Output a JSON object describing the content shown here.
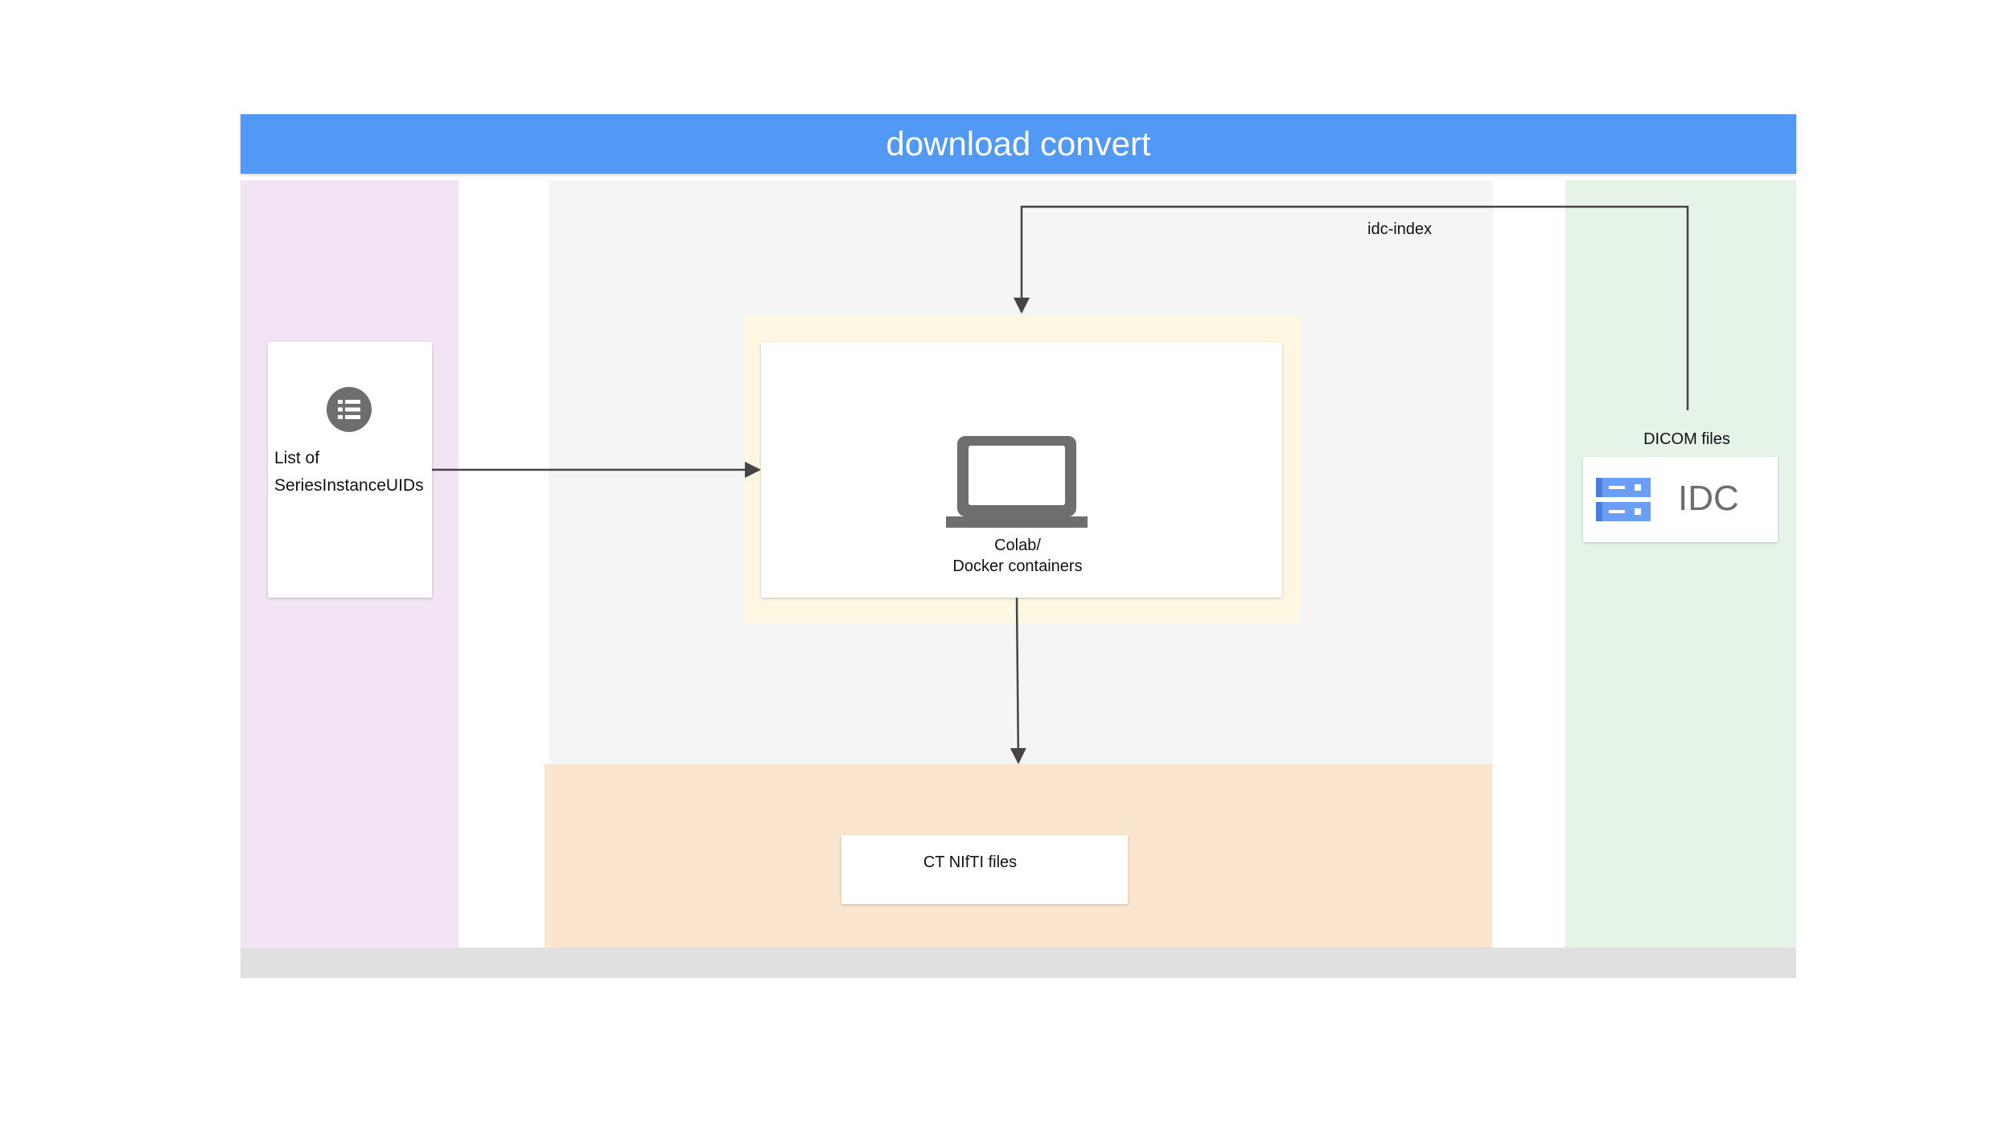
{
  "header": {
    "title": "download convert"
  },
  "input": {
    "label_line1": "List of",
    "label_line2": "SeriesInstanceUIDs",
    "icon": "list-icon"
  },
  "compute": {
    "label_line1": "Colab/",
    "label_line2": "Docker containers",
    "icon": "laptop-icon"
  },
  "output": {
    "label": "CT NIfTI files"
  },
  "source": {
    "caption": "DICOM files",
    "name": "IDC",
    "icon": "storage-icon"
  },
  "connectors": {
    "index_label": "idc-index"
  },
  "colors": {
    "header": "#5199f5",
    "input_lane": "#f2e4f4",
    "compute_lane": "#f5f5f5",
    "output_lane": "#fce5ce",
    "source_lane": "#e6f4e7",
    "highlight": "#fdf7e2",
    "footer": "#e0e0e0",
    "icon_gray": "#6e6e6e",
    "storage_blue": "#6a9ff5"
  }
}
